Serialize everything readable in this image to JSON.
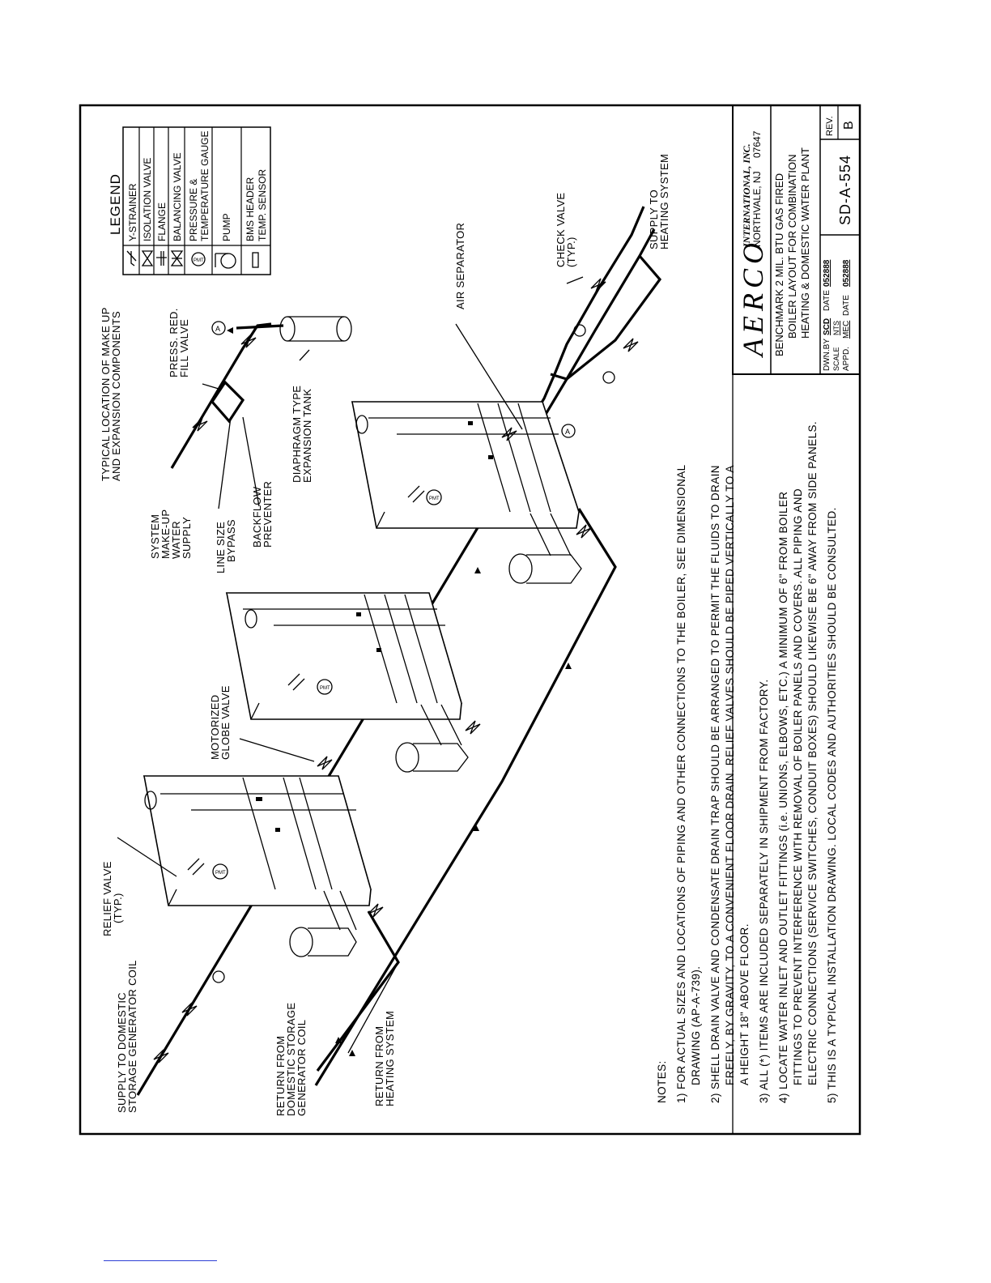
{
  "notes": {
    "heading": "NOTES:",
    "items": [
      "1) FOR ACTUAL SIZES AND LOCATIONS OF PIPING AND OTHER CONNECTIONS TO THE BOILER, SEE DIMENSIONAL",
      "DRAWING (AP-A-739).",
      "2) SHELL DRAIN VALVE AND CONDENSATE DRAIN TRAP SHOULD BE ARRANGED TO PERMIT THE FLUIDS TO DRAIN",
      "FREELY, BY GRAVITY, TO A CONVENIENT FLOOR DRAIN.   RELIEF VALVES SHOULD BE PIPED VERTICALLY TO A",
      "A HEIGHT 18\" ABOVE FLOOR.",
      "3) ALL (*) ITEMS ARE INCLUDED SEPARATELY IN SHIPMENT FROM FACTORY.",
      "4) LOCATE WATER INLET AND OUTLET FITTINGS (i.e. UNIONS, ELBOWS, ETC.) A MINIMUM OF 6\" FROM BOILER",
      "FITTINGS TO PREVENT INTERFERENCE WITH REMOVAL OF BOILER PANELS AND COVERS.  ALL PIPING AND",
      "ELECTRIC CONNECTIONS (SERVICE SWITCHES, CONDUIT BOXES) SHOULD LIKEWISE BE 6\" AWAY FROM SIDE PANELS.",
      "5) THIS IS A TYPICAL INSTALLATION DRAWING.  LOCAL CODES AND AUTHORITIES SHOULD BE CONSULTED."
    ]
  },
  "labels": {
    "supply_domestic": [
      "SUPPLY TO DOMESTIC",
      "STORAGE GENERATOR COIL"
    ],
    "return_domestic": [
      "RETURN FROM",
      "DOMESTIC STORAGE",
      "GENERATOR COIL"
    ],
    "return_heating": [
      "RETURN FROM",
      "HEATING SYSTEM"
    ],
    "relief_valve": [
      "RELIEF VALVE",
      "(TYP.)"
    ],
    "motorized_globe": [
      "MOTORIZED",
      "GLOBE VALVE"
    ],
    "typical_location": [
      "TYPICAL LOCATION OF MAKE UP",
      "AND EXPANSION COMPONENTS"
    ],
    "system_makeup": [
      "SYSTEM",
      "MAKE-UP",
      "WATER",
      "SUPPLY"
    ],
    "line_size_bypass": [
      "LINE SIZE",
      "BYPASS"
    ],
    "backflow": [
      "BACKFLOW",
      "PREVENTER"
    ],
    "diaphragm": [
      "DIAPHRAGM TYPE",
      "EXPANSION TANK"
    ],
    "press_red": [
      "PRESS. RED.",
      "FILL VALVE"
    ],
    "air_separator": "AIR SEPARATOR",
    "check_valve": [
      "CHECK VALVE",
      "(TYP.)"
    ],
    "supply_heating": [
      "SUPPLY TO",
      "HEATING SYSTEM"
    ],
    "marker_a": "A",
    "pmt": "PMT"
  },
  "legend": {
    "title": "LEGEND",
    "items": [
      {
        "icon": "y-strainer-icon",
        "label": "Y-STRAINER"
      },
      {
        "icon": "isolation-valve-icon",
        "label": "ISOLATION VALVE"
      },
      {
        "icon": "flange-icon",
        "label": "FLANGE"
      },
      {
        "icon": "balancing-valve-icon",
        "label": "BALANCING VALVE"
      },
      {
        "icon": "pressure-gauge-icon",
        "label": "PRESSURE &"
      },
      {
        "icon": "",
        "label": "TEMPERATURE GAUGE"
      },
      {
        "icon": "pump-icon",
        "label": "PUMP"
      },
      {
        "icon": "temp-sensor-icon",
        "label": "BMS HEADER"
      },
      {
        "icon": "",
        "label": "TEMP. SENSOR"
      }
    ]
  },
  "title_block": {
    "company": "AERCO",
    "company_sub": "INTERNATIONAL, INC.",
    "address": "NORTHVALE, NJ",
    "zip": "07647",
    "description": [
      "BENCHMARK 2 MIL. BTU GAS FIRED",
      "BOILER LAYOUT FOR COMBINATION",
      "HEATING & DOMESTIC WATER PLANT"
    ],
    "dwn_by_label": "DWN.BY",
    "dwn_by": "SCD",
    "date_label": "DATE",
    "date1": "052888",
    "scale_label": "SCALE",
    "scale": "NTS",
    "appd_label": "APPD.",
    "appd": "MEC",
    "date2": "052888",
    "drawing_no": "SD-A-554",
    "rev_label": "REV.",
    "rev": "B"
  }
}
